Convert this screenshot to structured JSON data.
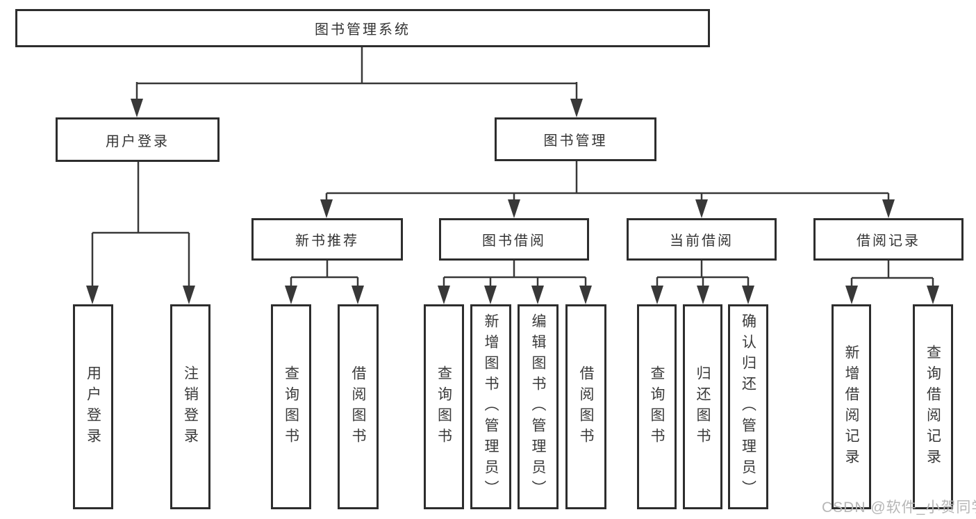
{
  "diagram": {
    "root": {
      "label": "图书管理系统"
    },
    "level2": {
      "user_login": {
        "label": "用户登录"
      },
      "book_management": {
        "label": "图书管理"
      }
    },
    "level3": {
      "new_book_recommend": {
        "label": "新书推荐"
      },
      "book_borrow": {
        "label": "图书借阅"
      },
      "current_borrow": {
        "label": "当前借阅"
      },
      "borrow_records": {
        "label": "借阅记录"
      }
    },
    "leaves": {
      "user_login": [
        "用户登录",
        "注销登录"
      ],
      "new_book_recommend": [
        "查询图书",
        "借阅图书"
      ],
      "book_borrow": [
        "查询图书",
        "新增图书（管理员）",
        "编辑图书（管理员）",
        "借阅图书"
      ],
      "current_borrow": [
        "查询图书",
        "归还图书",
        "确认归还（管理员）"
      ],
      "borrow_records": [
        "新增借阅记录",
        "查询借阅记录"
      ]
    }
  },
  "watermark": {
    "text": "CSDN @软件_小贺同学"
  },
  "colors": {
    "line": "#383838",
    "box_border": "#2d2d2d",
    "text": "#3a3a3a",
    "watermark": "#b6b6b6",
    "background": "#ffffff"
  }
}
